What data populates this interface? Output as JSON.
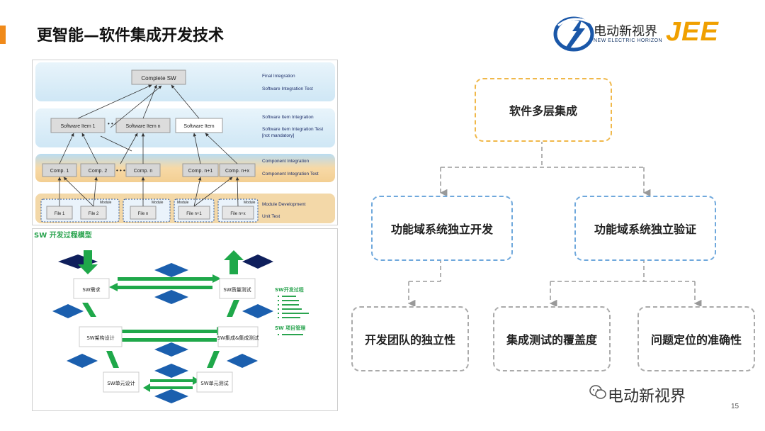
{
  "header": {
    "title": "更智能—软件集成开发技术",
    "logo_cn": "电动新视界",
    "logo_en": "NEW ELECTRIC HORIZON",
    "logo_jee": "JEE"
  },
  "colors": {
    "accent": "#f08a1a",
    "root_border": "#f0b84a",
    "mid_border": "#6fa8dc",
    "leaf_border": "#aaaaaa",
    "green": "#1fa84a",
    "navy": "#0f1f5c"
  },
  "integration_diagram": {
    "complete_sw": "Complete SW",
    "items": [
      "Software Item 1",
      "Software Item n",
      "Software Item"
    ],
    "ellipsis": "• • •",
    "components": [
      "Comp. 1",
      "Comp. 2",
      "Comp. n",
      "Comp. n+1",
      "Comp. n+x"
    ],
    "module_label": "Module",
    "files": [
      "File 1",
      "File 2",
      "File n",
      "File n+1",
      "File n+x"
    ],
    "level_labels": {
      "final_integration": "Final Integration",
      "software_integration_test": "Software Integration Test",
      "software_item_integration": "Software Item Integration",
      "software_item_integration_test": "Software Item Integration Test",
      "not_mandatory": "[not mandatory]",
      "component_integration": "Component Integration",
      "component_integration_test": "Component Integration Test",
      "module_development": "Module Development",
      "unit_test": "Unit Test"
    }
  },
  "process_model": {
    "title": "SW 开发过程模型",
    "boxes": [
      "SW需求",
      "SW架构设计",
      "SW单元设计",
      "SW质量测试",
      "SW集成&集成测试",
      "SW单元测试"
    ],
    "side_title_1": "SW开发过程",
    "side_title_2": "SW 项目管理"
  },
  "tree": {
    "root": "软件多层集成",
    "level1": [
      "功能域系统独立开发",
      "功能域系统独立验证"
    ],
    "level2": [
      "开发团队的独立性",
      "集成测试的覆盖度",
      "问题定位的准确性"
    ]
  },
  "footer": {
    "watermark": "电动新视界",
    "page_number": "15"
  }
}
